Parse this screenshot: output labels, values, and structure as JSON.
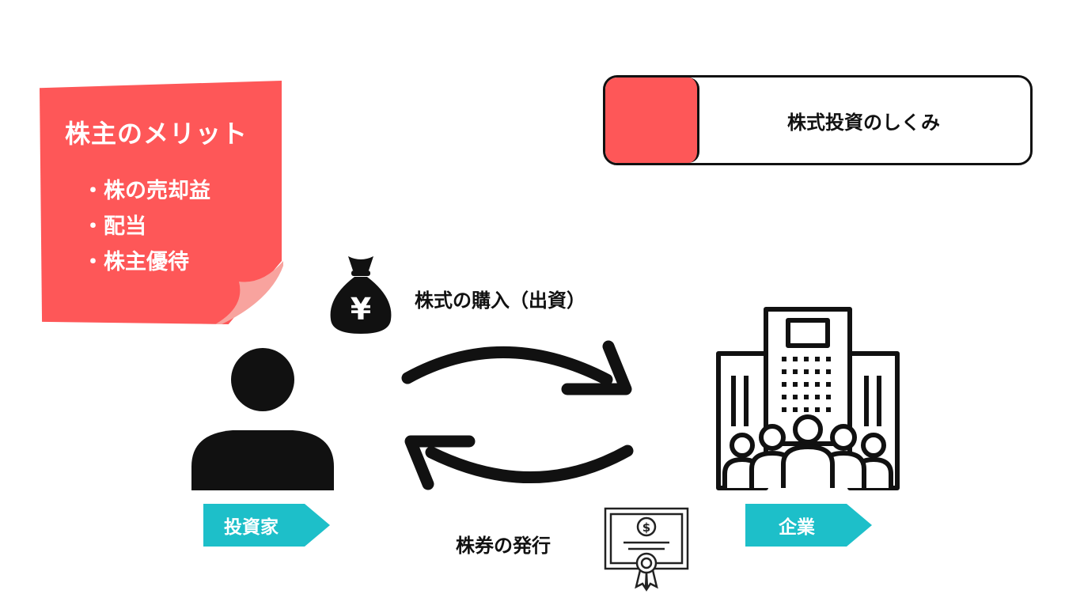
{
  "merit_note": {
    "title": "株主のメリット",
    "items": [
      "株の売却益",
      "配当",
      "株主優待"
    ],
    "color": "#fe5758"
  },
  "header": {
    "title": "株式投資のしくみ",
    "accent_color": "#fe5758"
  },
  "flows": {
    "top_label": "株式の購入（出資）",
    "bottom_label": "株券の発行"
  },
  "nodes": {
    "investor_label": "投資家",
    "company_label": "企業",
    "tag_color": "#1dbfc9"
  },
  "icons": {
    "money_bag": "money-bag-yen-icon",
    "money_bag_symbol": "¥",
    "investor": "person-icon",
    "company": "office-building-people-icon",
    "certificate": "stock-certificate-icon",
    "certificate_symbol": "$",
    "arrow_top": "curved-arrow-right-icon",
    "arrow_bottom": "curved-arrow-left-icon"
  }
}
